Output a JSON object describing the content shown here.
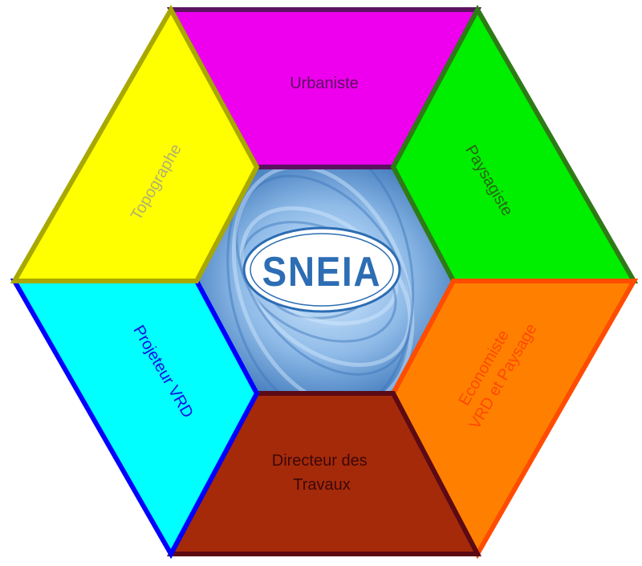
{
  "logo": {
    "text": "SNEIA"
  },
  "segments": [
    {
      "id": "urbaniste",
      "lines": [
        "Urbaniste"
      ],
      "fill": "#ee00ee",
      "stroke": "#5c1260",
      "text_color": "#5a0f5e"
    },
    {
      "id": "paysagiste",
      "lines": [
        "Paysagiste"
      ],
      "fill": "#00ee00",
      "stroke": "#2e7a16",
      "text_color": "#2a6414"
    },
    {
      "id": "economiste",
      "lines": [
        "Economiste",
        "VRD et Paysage"
      ],
      "fill": "#ff8000",
      "stroke": "#ff4c00",
      "text_color": "#ff4800"
    },
    {
      "id": "directeur",
      "lines": [
        "Directeur des",
        "Travaux"
      ],
      "fill": "#a52a0a",
      "stroke": "#5c0a14",
      "text_color": "#3c0808"
    },
    {
      "id": "projeteur",
      "lines": [
        "Projeteur VRD"
      ],
      "fill": "#00ffff",
      "stroke": "#0000ff",
      "text_color": "#1010e0"
    },
    {
      "id": "topographe",
      "lines": [
        "Topographe"
      ],
      "fill": "#ffff00",
      "stroke": "#a8a800",
      "text_color": "#b0b070"
    }
  ],
  "center": {
    "water_light": "#d8ecff",
    "water_mid": "#8fbbe8",
    "water_dark": "#3a74b8"
  }
}
